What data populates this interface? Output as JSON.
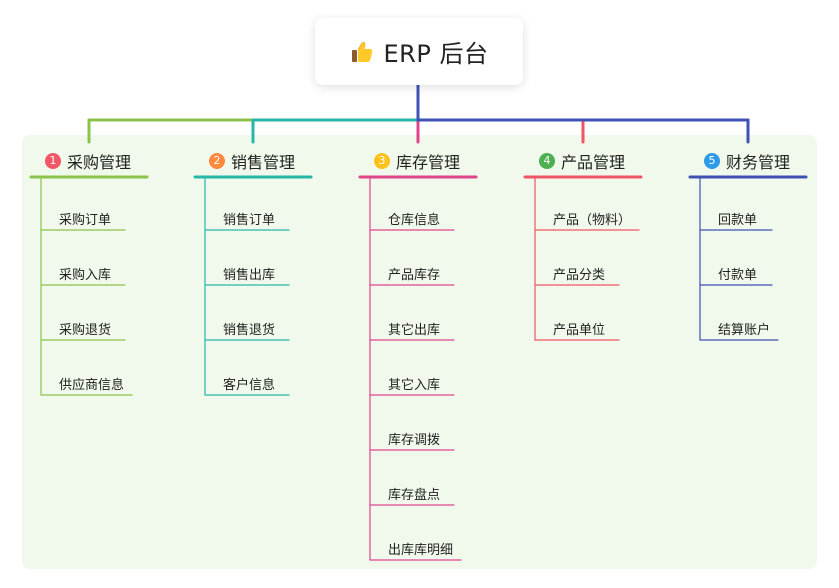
{
  "root": {
    "title": "ERP 后台",
    "icon": "thumbs-up-icon"
  },
  "branches": [
    {
      "badge": "1",
      "label": "采购管理",
      "color": "#8bc34a",
      "badge_color": "#f25767",
      "items": [
        "采购订单",
        "采购入库",
        "采购退货",
        "供应商信息"
      ]
    },
    {
      "badge": "2",
      "label": "销售管理",
      "color": "#26b7a8",
      "badge_color": "#ff8a3d",
      "items": [
        "销售订单",
        "销售出库",
        "销售退货",
        "客户信息"
      ]
    },
    {
      "badge": "3",
      "label": "库存管理",
      "color": "#e0458b",
      "badge_color": "#ffc21a",
      "items": [
        "仓库信息",
        "产品库存",
        "其它出库",
        "其它入库",
        "库存调拨",
        "库存盘点",
        "出库库明细"
      ]
    },
    {
      "badge": "4",
      "label": "产品管理",
      "color": "#ef5563",
      "badge_color": "#4caf50",
      "items": [
        "产品（物料）",
        "产品分类",
        "产品单位"
      ]
    },
    {
      "badge": "5",
      "label": "财务管理",
      "color": "#3f51b5",
      "badge_color": "#2f9be8",
      "items": [
        "回款单",
        "付款单",
        "结算账户"
      ]
    }
  ]
}
